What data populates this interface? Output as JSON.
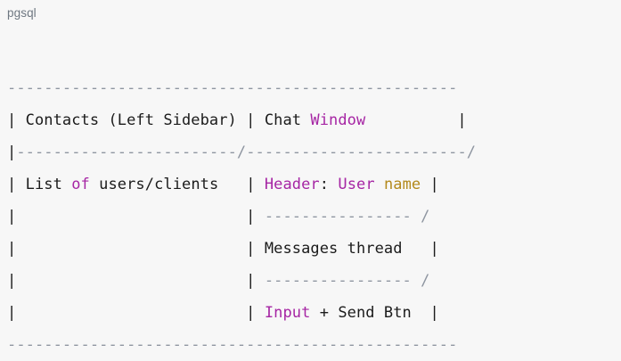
{
  "code_block": {
    "language_label": "pgsql",
    "background_color": "#f7f7f7",
    "colors": {
      "punctuation_gray": "#8e95a0",
      "keyword_purple": "#a626a4",
      "literal_gold": "#b3891b",
      "plain_text": "#1b1b1b",
      "language_label_gray": "#6e7781"
    },
    "lines": [
      {
        "index": 0,
        "plain": "-------------------------------------------------",
        "tokens": [
          {
            "text": "-------------------------------------------------",
            "style": "tok-punct"
          }
        ]
      },
      {
        "index": 1,
        "plain": "| Contacts (Left Sidebar) | Chat Window          |",
        "tokens": [
          {
            "text": "| Contacts (Left Sidebar) | Chat ",
            "style": "tok-plain"
          },
          {
            "text": "Window",
            "style": "tok-kw"
          },
          {
            "text": "          |",
            "style": "tok-plain"
          }
        ]
      },
      {
        "index": 2,
        "plain": "|------------------------/------------------------/",
        "tokens": [
          {
            "text": "|",
            "style": "tok-plain"
          },
          {
            "text": "------------------------/------------------------/",
            "style": "tok-punct"
          }
        ]
      },
      {
        "index": 3,
        "plain": "| List of users/clients   | Header: User name |",
        "tokens": [
          {
            "text": "| List ",
            "style": "tok-plain"
          },
          {
            "text": "of",
            "style": "tok-kw"
          },
          {
            "text": " users/clients   | ",
            "style": "tok-plain"
          },
          {
            "text": "Header",
            "style": "tok-kw"
          },
          {
            "text": ": ",
            "style": "tok-plain"
          },
          {
            "text": "User",
            "style": "tok-kw"
          },
          {
            "text": " ",
            "style": "tok-plain"
          },
          {
            "text": "name",
            "style": "tok-num"
          },
          {
            "text": " |",
            "style": "tok-plain"
          }
        ]
      },
      {
        "index": 4,
        "plain": "|                         | ---------------- /",
        "tokens": [
          {
            "text": "|                         | ",
            "style": "tok-plain"
          },
          {
            "text": "---------------- /",
            "style": "tok-punct"
          }
        ]
      },
      {
        "index": 5,
        "plain": "|                         | Messages thread   |",
        "tokens": [
          {
            "text": "|                         | Messages thread   |",
            "style": "tok-plain"
          }
        ]
      },
      {
        "index": 6,
        "plain": "|                         | ---------------- /",
        "tokens": [
          {
            "text": "|                         | ",
            "style": "tok-plain"
          },
          {
            "text": "---------------- /",
            "style": "tok-punct"
          }
        ]
      },
      {
        "index": 7,
        "plain": "|                         | Input + Send Btn  |",
        "tokens": [
          {
            "text": "|                         | ",
            "style": "tok-plain"
          },
          {
            "text": "Input",
            "style": "tok-kw"
          },
          {
            "text": " + Send Btn  |",
            "style": "tok-plain"
          }
        ]
      },
      {
        "index": 8,
        "plain": "-------------------------------------------------",
        "tokens": [
          {
            "text": "-------------------------------------------------",
            "style": "tok-punct"
          }
        ]
      }
    ]
  }
}
